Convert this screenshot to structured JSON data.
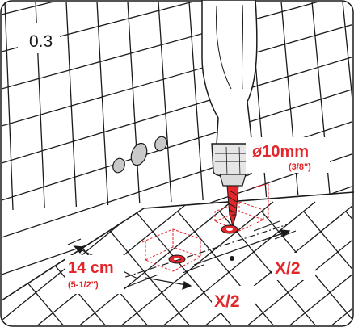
{
  "step": {
    "number": "0.3"
  },
  "drill": {
    "diameter": "ø10mm",
    "diameter_imperial": "(3/8\")"
  },
  "offset": {
    "distance": "14 cm",
    "distance_imperial": "(5-1/2\")"
  },
  "spacing": {
    "half_upper": "X/2",
    "half_lower": "X/2"
  },
  "colors": {
    "accent": "#e3262b",
    "line": "#1a1a1a",
    "shading": "#c9c9c9"
  }
}
